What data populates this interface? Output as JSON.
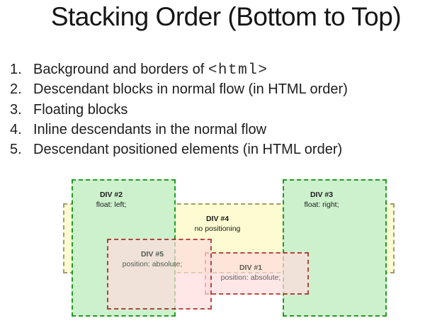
{
  "slide": {
    "title": "Stacking Order (Bottom to Top)"
  },
  "list": {
    "items": [
      {
        "number": "1.",
        "text": "Background and borders of ",
        "code": "<html>"
      },
      {
        "number": "2.",
        "text": "Descendant blocks in normal flow (in HTML order)"
      },
      {
        "number": "3.",
        "text": "Floating blocks"
      },
      {
        "number": "4.",
        "text": "Inline descendants in the normal flow"
      },
      {
        "number": "5.",
        "text": "Descendant positioned elements (in HTML order)"
      }
    ]
  },
  "diagram": {
    "boxes": [
      {
        "label": "DIV #4",
        "property": "no positioning",
        "fill": "#fcfbd1",
        "border_color": "#a39a6e"
      },
      {
        "label": "DIV #2",
        "property": "float: left;",
        "fill": "#cdf0cd",
        "border_color": "#219b21"
      },
      {
        "label": "DIV #3",
        "property": "float: right;",
        "fill": "#cdf0cd",
        "border_color": "#219b21"
      },
      {
        "label": "DIV #1",
        "property": "position: absolute;",
        "fill": "#ffdddd",
        "border_color": "#990000"
      },
      {
        "label": "DIV #5",
        "property": "position: absolute;",
        "fill": "#ffdddd",
        "border_color": "#990000"
      }
    ],
    "colors": {
      "float_fill": "#cdf0cd",
      "float_border": "#219b21",
      "static_fill": "#fcfbd1",
      "static_border": "#a39a6e",
      "absolute_fill": "#ffdddd",
      "absolute_border": "#990000",
      "absolute_opacity": "0.7"
    }
  }
}
